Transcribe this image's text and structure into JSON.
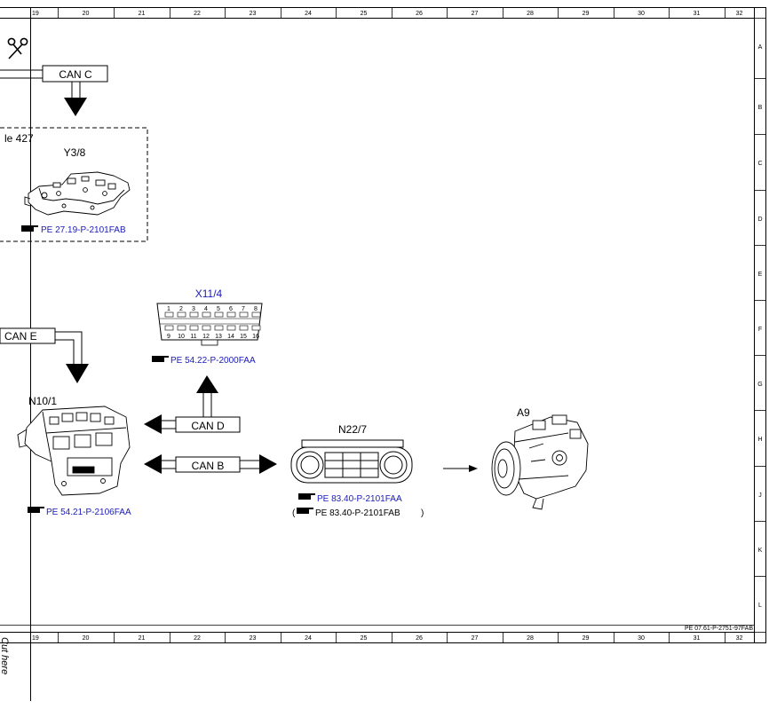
{
  "grid": {
    "columns": [
      "19",
      "20",
      "21",
      "22",
      "23",
      "24",
      "25",
      "26",
      "27",
      "28",
      "29",
      "30",
      "31",
      "32"
    ],
    "rows": [
      "A",
      "B",
      "C",
      "D",
      "E",
      "F",
      "G",
      "H",
      "J",
      "K",
      "L"
    ]
  },
  "doc_code": "PE 07.61-P-2751-97FAB",
  "cut_label": "Cut here",
  "buses": {
    "can_c": "CAN C",
    "can_e": "CAN E",
    "can_d": "CAN D",
    "can_b": "CAN B"
  },
  "components": {
    "y3_8": {
      "partial_label": "le 427",
      "label": "Y3/8",
      "ref": "PE 27.19-P-2101FAB"
    },
    "x11_4": {
      "label": "X11/4",
      "ref": "PE 54.22-P-2000FAA",
      "pins_top": [
        "1",
        "2",
        "3",
        "4",
        "5",
        "6",
        "7",
        "8"
      ],
      "pins_bottom": [
        "9",
        "10",
        "11",
        "12",
        "13",
        "14",
        "15",
        "16"
      ]
    },
    "n10_1": {
      "label": "N10/1",
      "ref": "PE 54.21-P-2106FAA"
    },
    "n22_7": {
      "label": "N22/7",
      "ref": "PE 83.40-P-2101FAA",
      "ref_alt": "PE 83.40-P-2101FAB",
      "ref_alt_open": "(",
      "ref_alt_close": ")"
    },
    "a9": {
      "label": "A9"
    }
  },
  "icons": [
    "scissors-icon",
    "pointing-hand-icon"
  ]
}
